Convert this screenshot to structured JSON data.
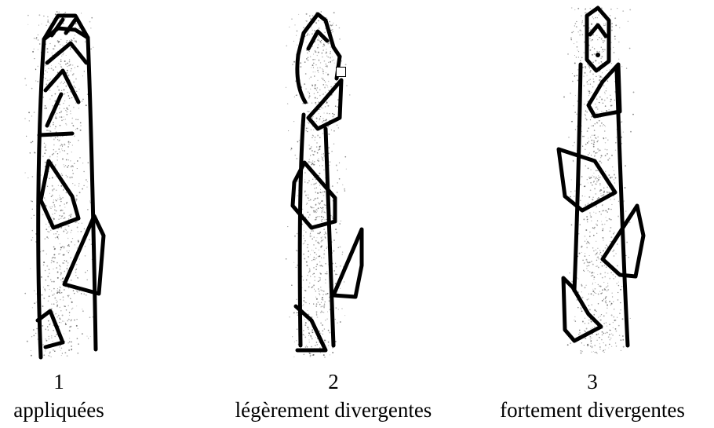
{
  "figure": {
    "panels": [
      {
        "number": "1",
        "caption": "appliquées"
      },
      {
        "number": "2",
        "caption": "légèrement divergentes"
      },
      {
        "number": "3",
        "caption": "fortement divergentes"
      }
    ],
    "colors": {
      "ink": "#000000",
      "stipple": "#555555",
      "background": "#ffffff"
    }
  }
}
